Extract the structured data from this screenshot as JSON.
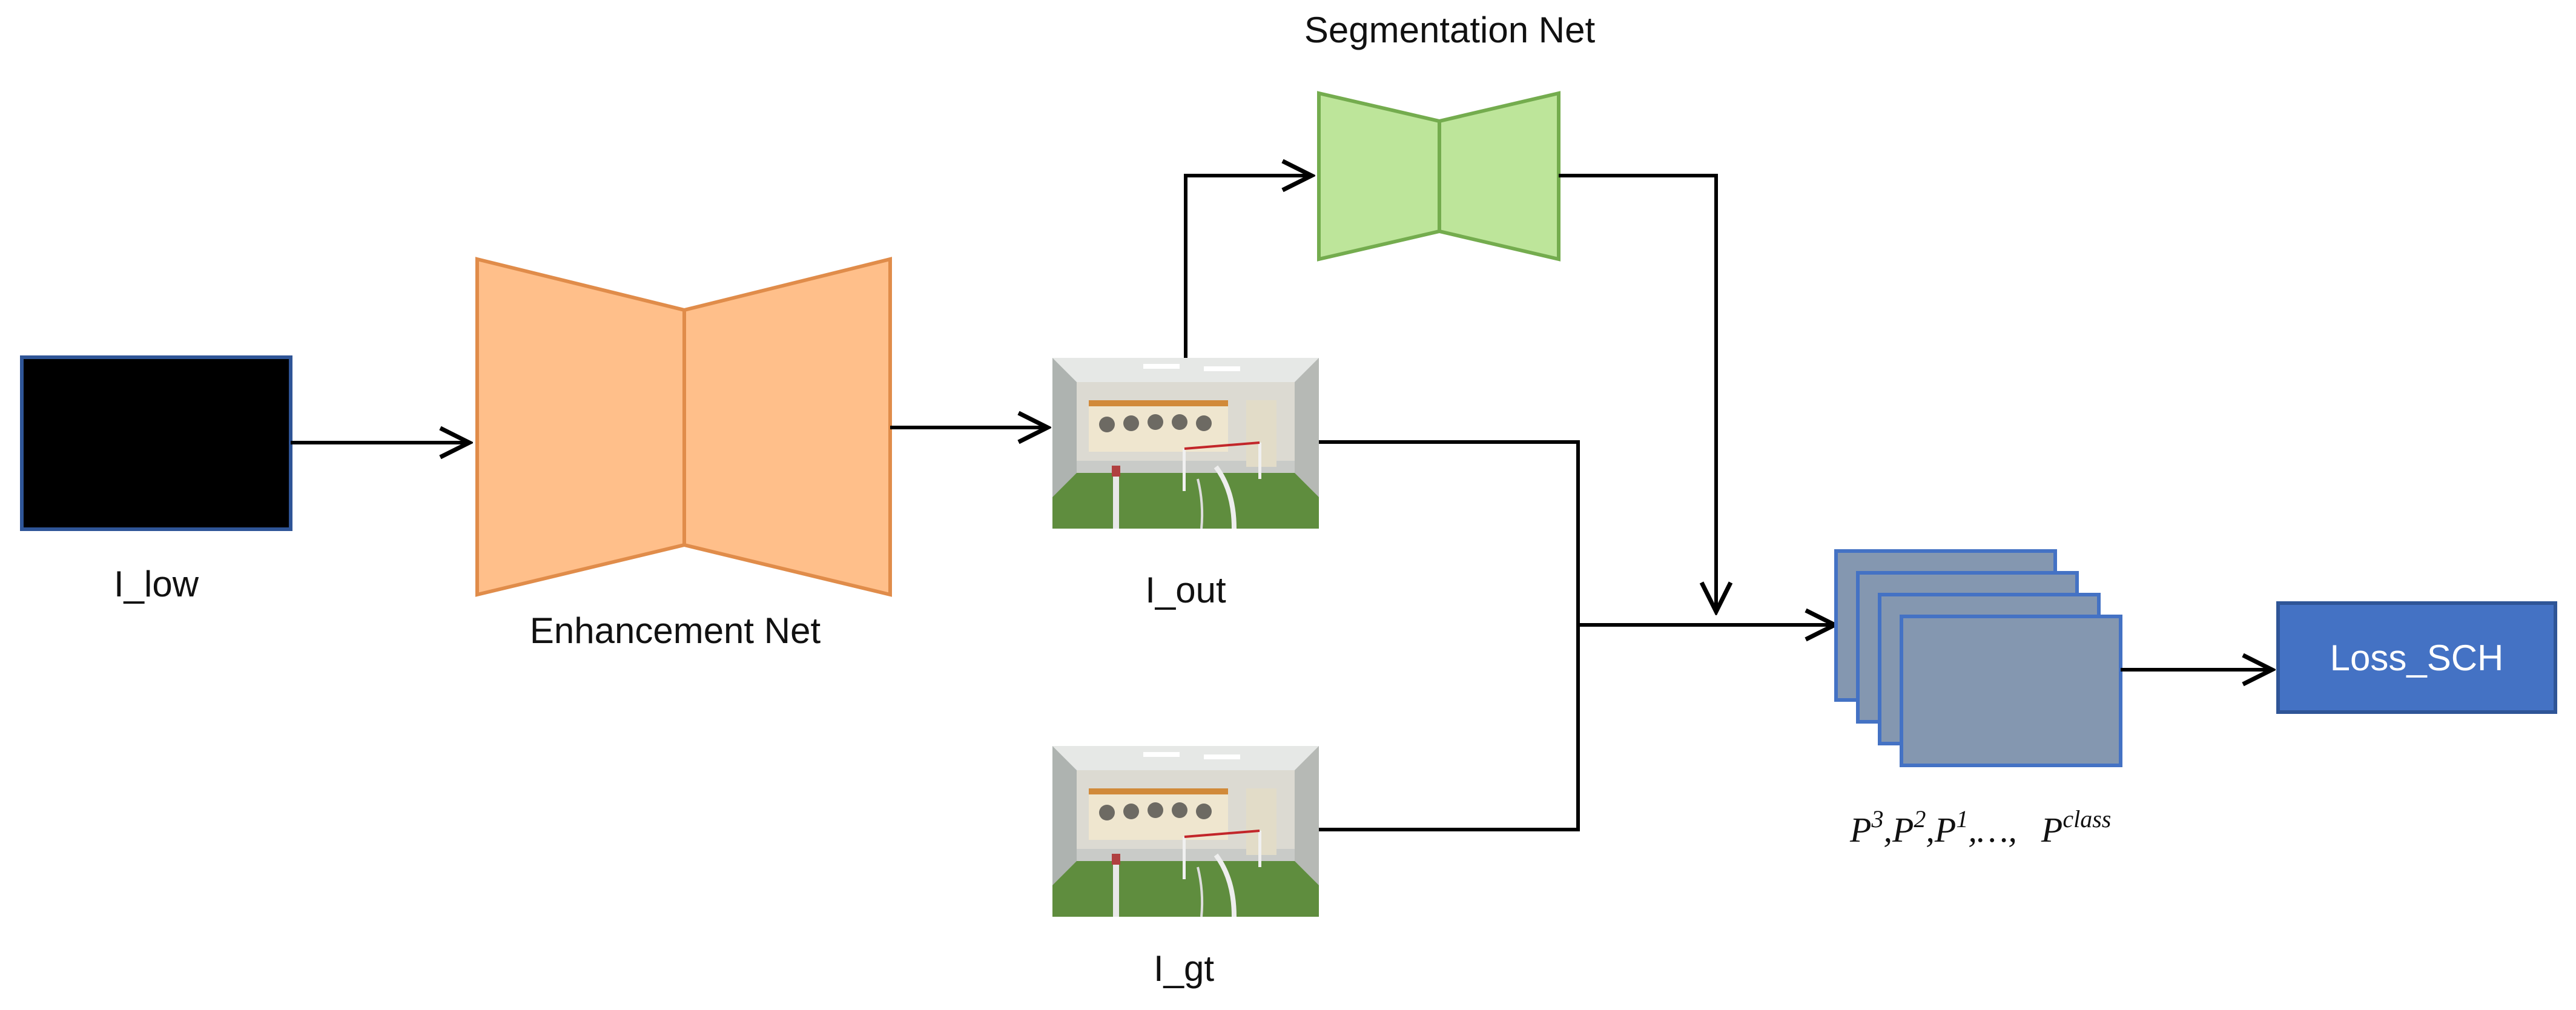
{
  "labels": {
    "i_low": "I_low",
    "enhancement_net": "Enhancement Net",
    "segmentation_net": "Segmentation Net",
    "i_out": "I_out",
    "i_gt": "I_gt",
    "loss": "Loss_SCH"
  },
  "maps_label": {
    "parts": [
      {
        "base": "P",
        "sup": "3",
        "sep": ","
      },
      {
        "base": "P",
        "sup": "2",
        "sep": ","
      },
      {
        "base": "P",
        "sup": "1",
        "sep": ",…,"
      },
      {
        "base": "P",
        "sup": "class",
        "sep": ""
      }
    ]
  },
  "colors": {
    "enhancement_fill": "#ffbf8a",
    "enhancement_stroke": "#e08c4a",
    "segmentation_fill": "#bde59a",
    "segmentation_stroke": "#74ac4e",
    "feature_map_fill": "#8497b0",
    "feature_map_stroke": "#4472c4",
    "loss_fill": "#4472c4",
    "loss_stroke": "#2f5597",
    "input_image": "#000000",
    "input_border": "#2f5597",
    "arrow": "#000000"
  },
  "icons": {
    "arrow": "arrow-right",
    "photo": "indoor-scene-photo"
  }
}
